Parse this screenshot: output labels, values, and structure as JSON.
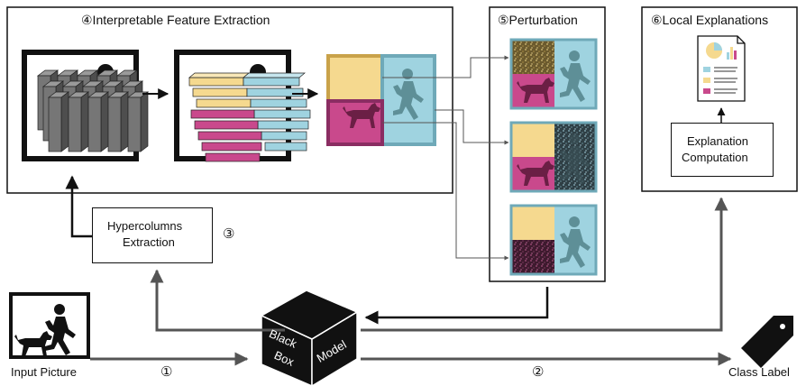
{
  "panels": {
    "feature_extraction": {
      "title": "④Interpretable Feature Extraction"
    },
    "perturbation": {
      "title": "⑤Perturbation"
    },
    "local_explanations": {
      "title": "⑥Local Explanations"
    }
  },
  "boxes": {
    "hypercolumns": {
      "line1": "Hypercolumns",
      "line2": "Extraction",
      "step": "③"
    },
    "explanation": {
      "line1": "Explanation",
      "line2": "Computation"
    }
  },
  "black_box": {
    "word1": "Black",
    "word2": "Box",
    "word3": "Model"
  },
  "input": {
    "label": "Input Picture"
  },
  "output": {
    "label": "Class Label"
  },
  "steps": {
    "one": "①",
    "two": "②"
  },
  "colors": {
    "yellow": "#f5d98f",
    "magenta": "#c9498c",
    "cyan": "#9fd3e0",
    "gray_block": "#6e6e6e",
    "frame_yellow": "#c9a24a",
    "frame_cyan": "#6fa9b8",
    "frame_magenta": "#8a2d62",
    "person": "#5e8f97",
    "dog": "#6b1f45"
  },
  "icons": [
    "person-running-icon",
    "dog-icon",
    "tag-icon",
    "document-icon",
    "pie-chart-icon"
  ]
}
